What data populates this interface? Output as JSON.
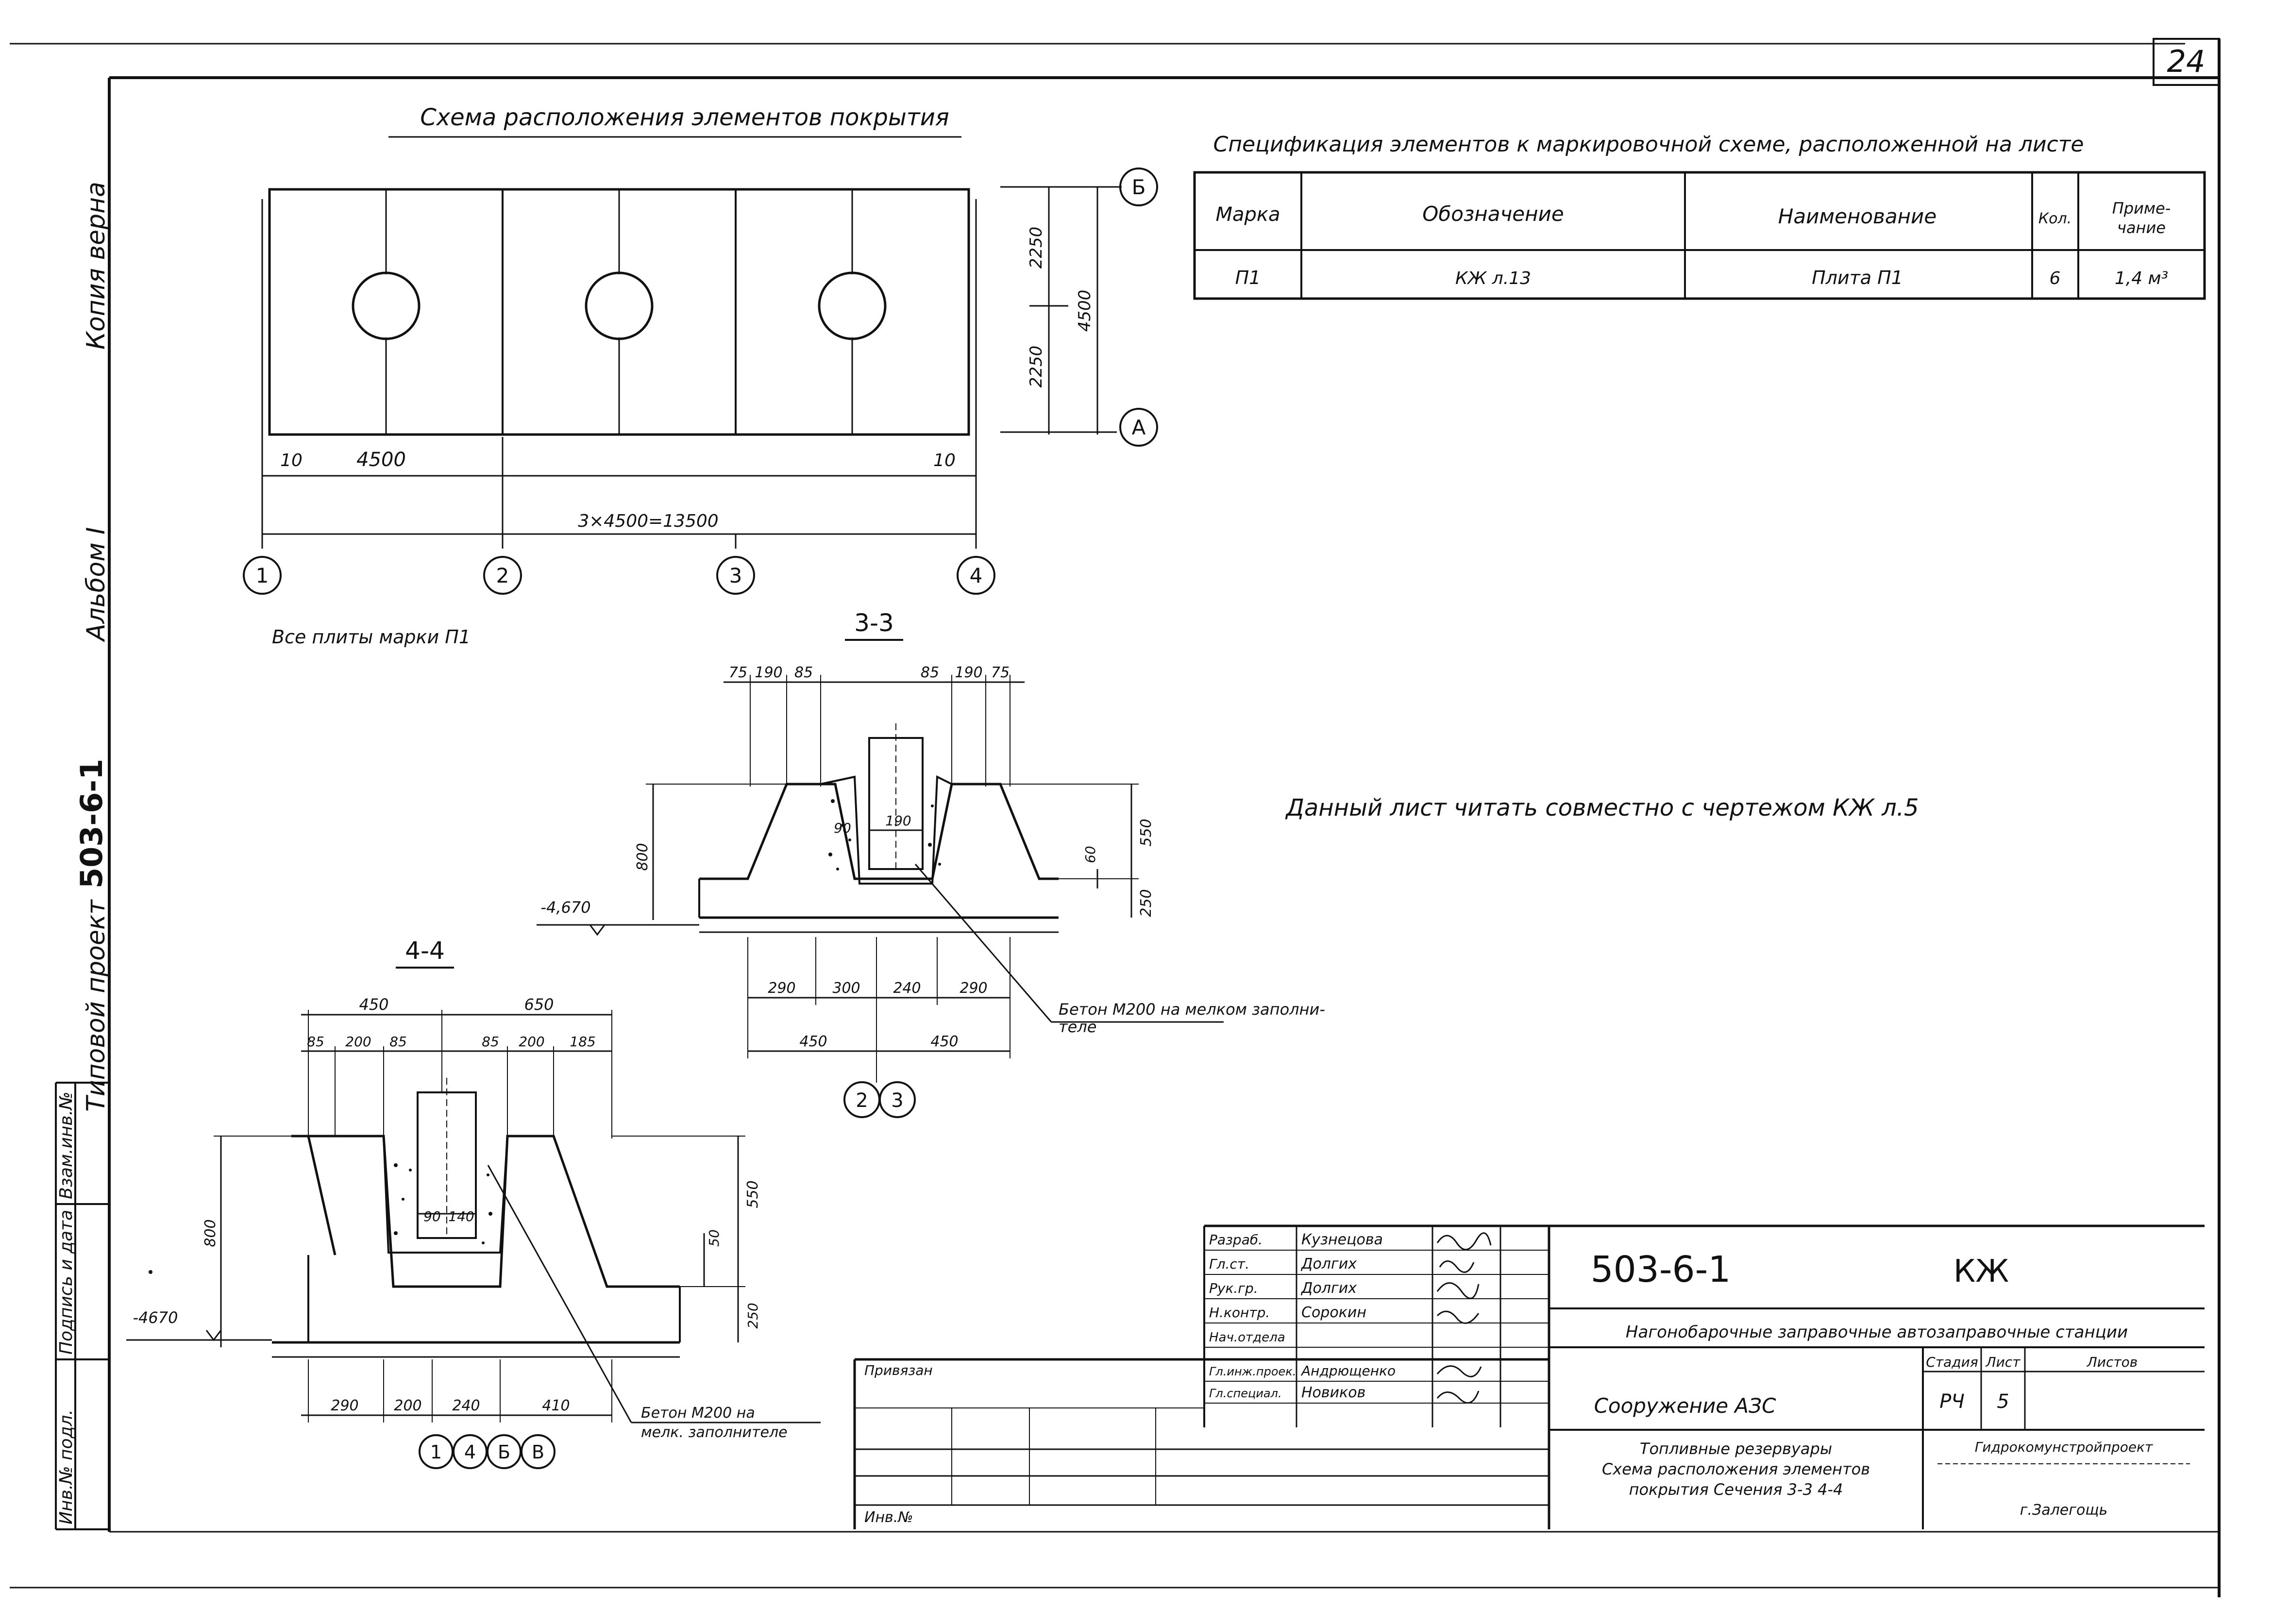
{
  "sheet": {
    "page_number": "24",
    "plan_title": "Схема расположения элементов покрытия",
    "plan_note": "Все плиты марки П1",
    "sheet_note": "Данный лист читать совместно с чертежом КЖ л.5"
  },
  "side_labels": {
    "copy_verified": "Копия верна",
    "album": "Альбом I",
    "project_code": "503-6-1",
    "typical_project": "Типовой проект",
    "stamp_col_1": "Инв.№ подл.",
    "stamp_col_2": "Подпись и дата",
    "stamp_col_3": "Взам.инв.№"
  },
  "plan": {
    "dim_bay": "4500",
    "dim_total": "3×4500=13500",
    "dim_edge_left": "10",
    "dim_edge_right": "10",
    "dim_upper": "2250",
    "dim_lower": "2250",
    "dim_total_v": "4500",
    "axes_x": [
      "1",
      "2",
      "3",
      "4"
    ],
    "axes_y": [
      "Б",
      "А"
    ]
  },
  "spec": {
    "title": "Спецификация элементов к маркировочной схеме, расположенной на листе",
    "headers": [
      "Марка",
      "Обозначение",
      "Наименование",
      "Кол.",
      "Приме-\nчание"
    ],
    "rows": [
      [
        "П1",
        "КЖ л.13",
        "Плита П1",
        "6",
        "1,4 м³"
      ]
    ]
  },
  "section_33": {
    "title": "3-3",
    "top_dims": [
      "75",
      "190",
      "85",
      "85",
      "190",
      "75"
    ],
    "inner_dims": [
      "90",
      "190"
    ],
    "height_dims": [
      "800",
      "550",
      "250",
      "60"
    ],
    "level": "-4,670",
    "bottom_dims": [
      "290",
      "300",
      "240",
      "290"
    ],
    "half_dims": [
      "450",
      "450"
    ],
    "axes": [
      "2",
      "3"
    ],
    "concrete_note": "Бетон М200 на мелком заполни-\nтеле"
  },
  "section_44": {
    "title": "4-4",
    "top_dims": [
      "450",
      "650"
    ],
    "sub_dims": [
      "85",
      "200",
      "85",
      "85",
      "200",
      "185"
    ],
    "inner_dims": [
      "90",
      "140"
    ],
    "height_dims": [
      "800",
      "550",
      "50",
      "250"
    ],
    "level": "-4670",
    "bottom_dims": [
      "290",
      "200",
      "240",
      "410"
    ],
    "axes": [
      "1",
      "4",
      "Б",
      "В"
    ],
    "concrete_note": "Бетон М200 на\nмелк. заполнителе"
  },
  "title_block": {
    "code": "503-6-1",
    "mark": "КЖ",
    "project_name": "Нагонобарочные заправочные автозаправочные станции",
    "object": "Сооружение АЗС",
    "drawing_name": "Топливные резервуары\nСхема расположения элементов\nпокрытия Сечения 3-3 4-4",
    "stage_label": "Стадия",
    "sheet_label": "Лист",
    "sheets_label": "Листов",
    "stage": "РЧ",
    "sheet": "5",
    "organization": "Гидрокомунстройпроект",
    "city": "г.Залегощь",
    "attached": "Привязан",
    "inv_no": "Инв.№",
    "people": [
      [
        "Разраб.",
        "Кузнецова"
      ],
      [
        "Гл.ст.",
        "Долгих"
      ],
      [
        "Рук.гр.",
        "Долгих"
      ],
      [
        "Н.контр.",
        "Сорокин"
      ],
      [
        "Нач.отдела",
        ""
      ],
      [
        "Гл.инж.проек.",
        "Андрющенко"
      ],
      [
        "Гл.специал.",
        "Новиков"
      ]
    ]
  }
}
